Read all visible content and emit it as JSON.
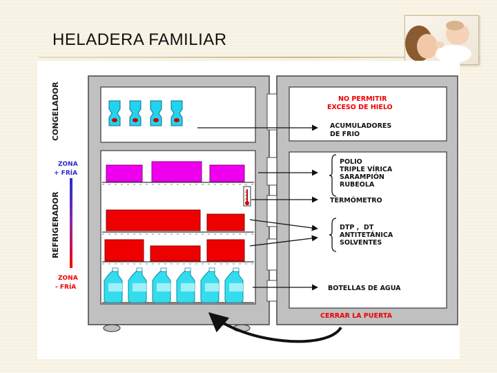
{
  "slide": {
    "title": "HELADERA FAMILIAR"
  },
  "zones": {
    "freezer": "CONGELADOR",
    "fridge": "REFRIGERADOR",
    "warm_line1": "ZONA",
    "warm_line2": "+ FRÍA",
    "cold_line1": "ZONA",
    "cold_line2": "- FRÍA"
  },
  "labels": {
    "warning_line1": "NO PERMITIR",
    "warning_line2": "EXCESO DE HIELO",
    "ice_packs_line1": "ACUMULADORES",
    "ice_packs_line2": "DE FRIO",
    "vaccines_a": [
      "POLIO",
      "TRIPLE VÍRICA",
      "SARAMPIÓN",
      "RUBEOLA"
    ],
    "thermometer": "TERMÓMETRO",
    "vaccines_b": [
      "DTP ,  DT",
      "ANTITETÁNICA",
      "SOLVENTES"
    ],
    "water_bottles": "BOTELLAS DE AGUA",
    "close_door": "CERRAR LA PUERTA"
  },
  "colors": {
    "fridge_gray": "#c0c0c0",
    "ice_pack": "#22d3ee",
    "vaccine_magenta": "#ee00ee",
    "vaccine_red": "#ee0000",
    "bottle": "#33ddee",
    "text_red": "#ee0000",
    "text_dark": "#111111",
    "gradient_top": "#2222cc",
    "gradient_bottom": "#ff0000"
  }
}
